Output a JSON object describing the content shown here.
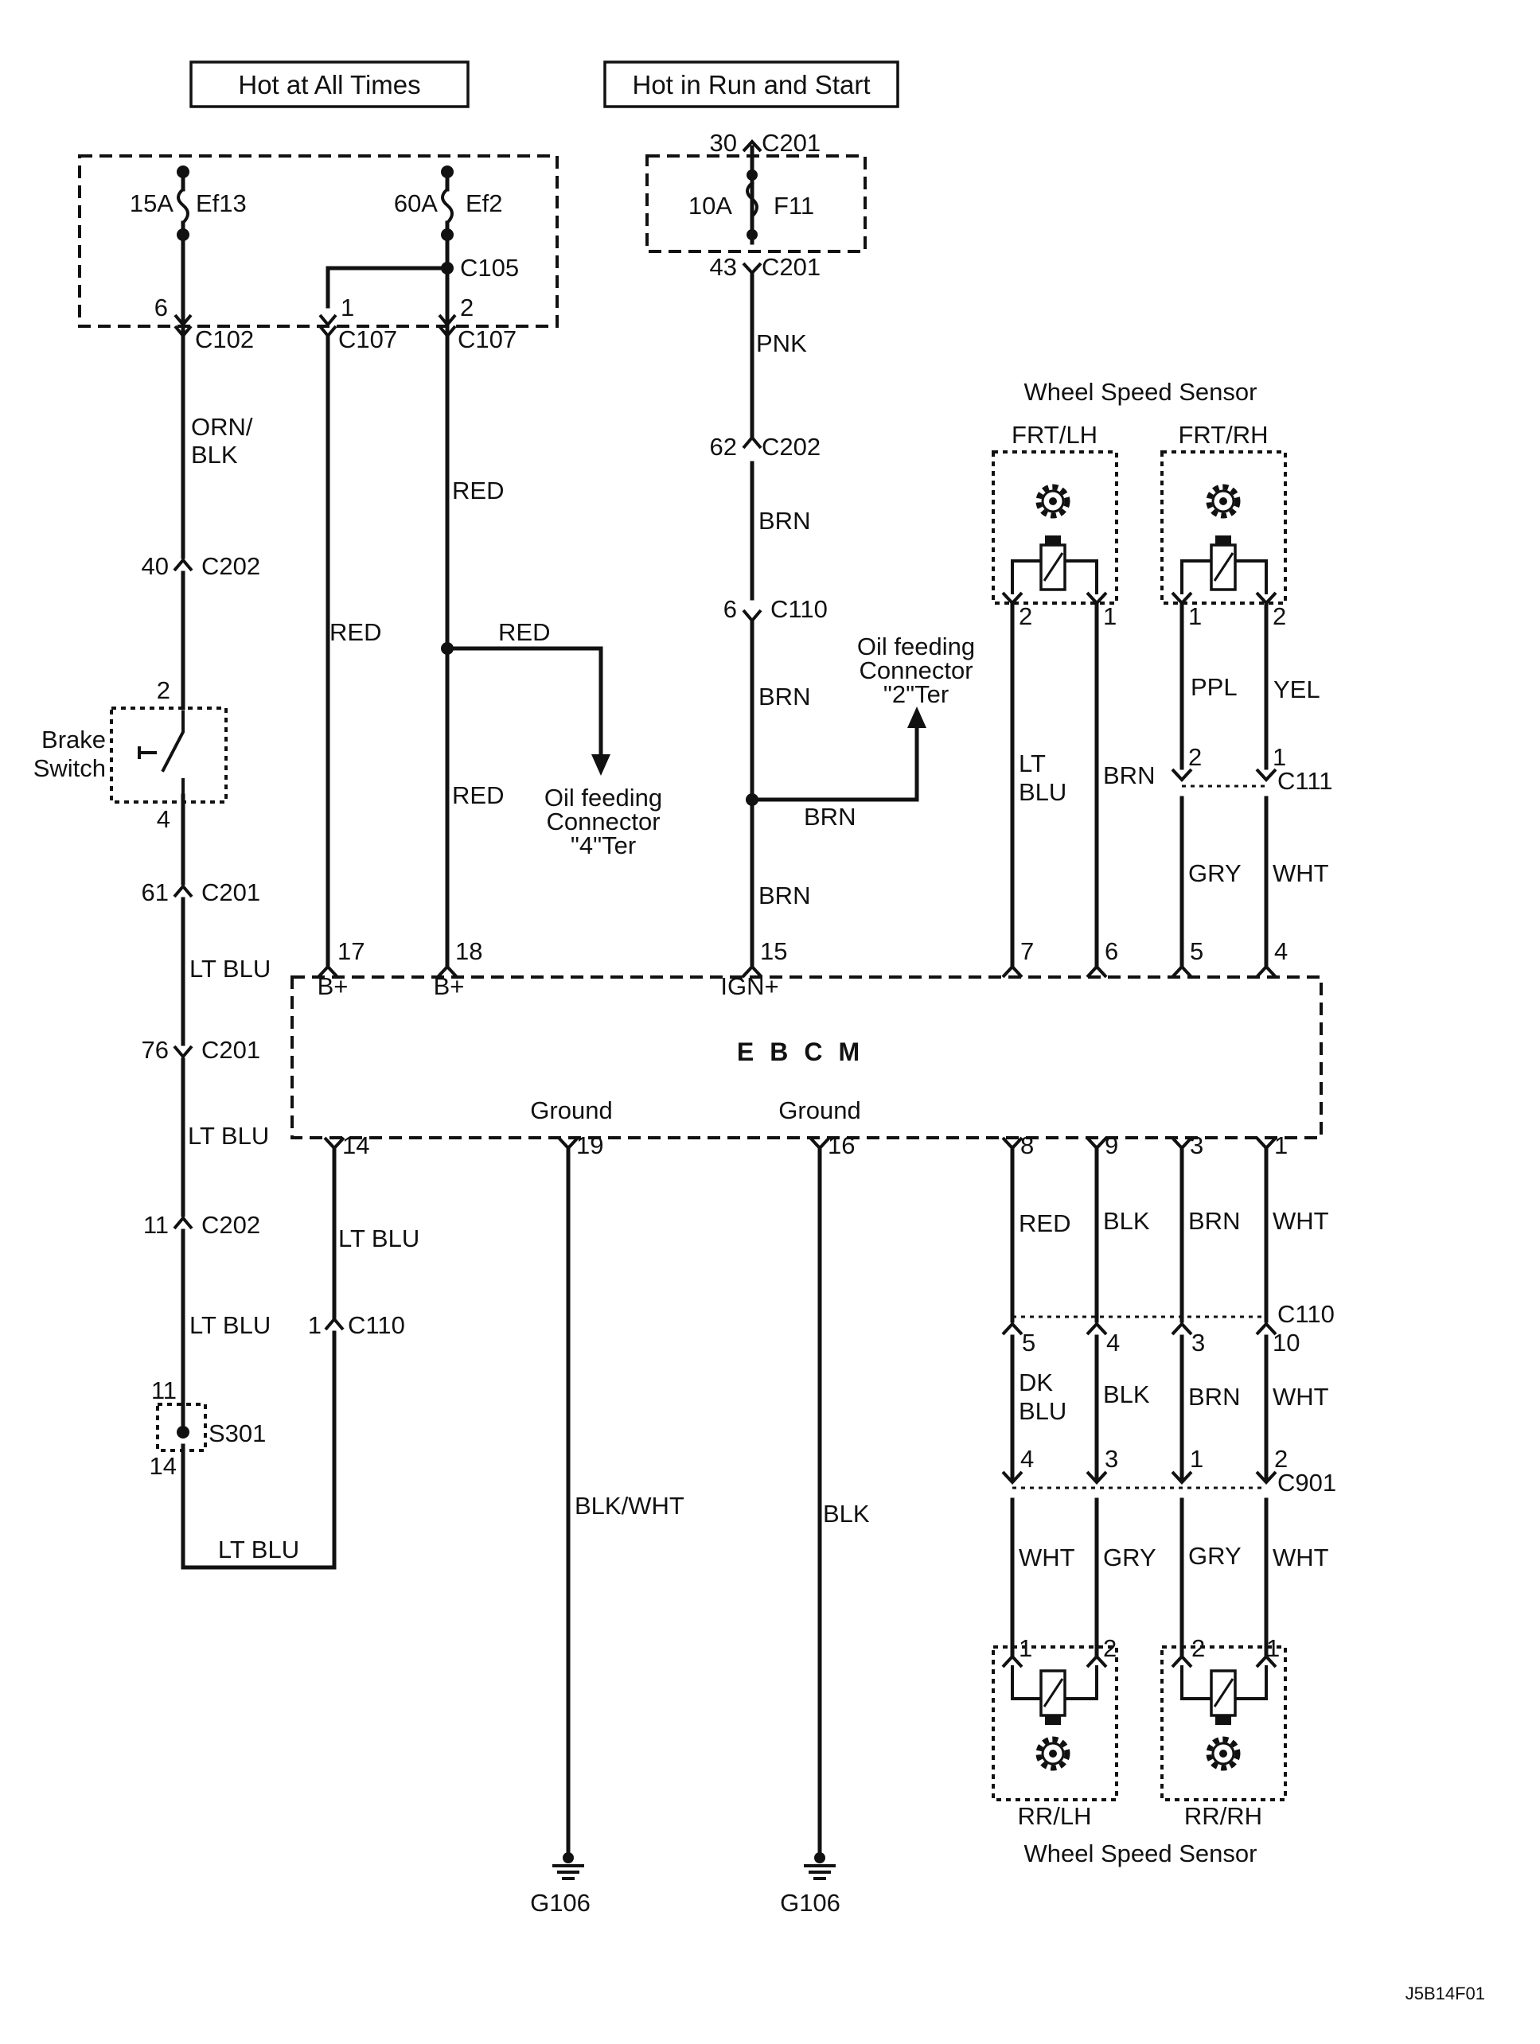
{
  "headers": {
    "hot_at_all_times": "Hot at All Times",
    "hot_in_run_and_start": "Hot in Run and Start"
  },
  "fuses": {
    "ef13_rating": "15A",
    "ef13_name": "Ef13",
    "ef2_rating": "60A",
    "ef2_name": "Ef2",
    "f11_rating": "10A",
    "f11_name": "F11"
  },
  "connectors": {
    "c102": "C102",
    "c107a": "C107",
    "c107b": "C107",
    "c105": "C105",
    "c202_40": "C202",
    "c201_61": "C201",
    "c201_76": "C201",
    "c202_11": "C202",
    "c110_1": "C110",
    "s301": "S301",
    "c201_30": "C201",
    "c201_43": "C201",
    "c202_62": "C202",
    "c110_6": "C110",
    "c111": "C111",
    "c110_right": "C110",
    "c901": "C901"
  },
  "pins": {
    "p6": "6",
    "p1": "1",
    "p2": "2",
    "p40": "40",
    "p2b": "2",
    "p4b": "4",
    "p61": "61",
    "p76": "76",
    "p11": "11",
    "p1c110": "1",
    "p11s": "11",
    "p14s": "14",
    "p30": "30",
    "p43": "43",
    "p62": "62",
    "p6c110": "6",
    "e17": "17",
    "e18": "18",
    "e15": "15",
    "e7": "7",
    "e6": "6",
    "e5": "5",
    "e4": "4",
    "e14": "14",
    "e19": "19",
    "e16": "16",
    "e8": "8",
    "e9": "9",
    "e3": "3",
    "e1": "1",
    "fl2": "2",
    "fl1": "1",
    "fr1": "1",
    "fr2": "2",
    "c111_2": "2",
    "c111_1": "1",
    "c110r_5": "5",
    "c110r_4": "4",
    "c110r_3": "3",
    "c110r_10": "10",
    "c901_4": "4",
    "c901_3": "3",
    "c901_1": "1",
    "c901_2": "2",
    "rl1": "1",
    "rl2": "2",
    "rr2": "2",
    "rr1": "1"
  },
  "wires": {
    "orn_blk_1": "ORN/",
    "orn_blk_2": "BLK",
    "red_1": "RED",
    "red_2": "RED",
    "red_3": "RED",
    "red_4": "RED",
    "lt_blu_1": "LT BLU",
    "lt_blu_2": "LT BLU",
    "lt_blu_3": "LT BLU",
    "lt_blu_4": "LT BLU",
    "lt_blu_5": "LT BLU",
    "pnk": "PNK",
    "brn_1": "BRN",
    "brn_2": "BRN",
    "brn_3": "BRN",
    "brn_4": "BRN",
    "fl_lt": "LT",
    "fl_blu": "BLU",
    "fl_brn": "BRN",
    "fr_ppl": "PPL",
    "fr_yel": "YEL",
    "gry_1": "GRY",
    "wht_1": "WHT",
    "red_rr": "RED",
    "blk_rr": "BLK",
    "brn_rr": "BRN",
    "wht_rr": "WHT",
    "dk": "DK",
    "blu_dk": "BLU",
    "blk_2": "BLK",
    "brn_5": "BRN",
    "wht_2": "WHT",
    "wht_3": "WHT",
    "gry_2": "GRY",
    "gry_3": "GRY",
    "wht_4": "WHT",
    "blk_wht": "BLK/WHT",
    "blk_g": "BLK"
  },
  "ebcm": {
    "name": "EBCM",
    "bplus_1": "B+",
    "bplus_2": "B+",
    "ign": "IGN+",
    "ground_1": "Ground",
    "ground_2": "Ground"
  },
  "brake_switch": {
    "line1": "Brake",
    "line2": "Switch"
  },
  "oil_feeding_4": {
    "line1": "Oil feeding",
    "line2": "Connector",
    "line3": "\"4\"Ter"
  },
  "oil_feeding_2": {
    "line1": "Oil feeding",
    "line2": "Connector",
    "line3": "\"2\"Ter"
  },
  "sensors": {
    "wheel_speed_sensor_top": "Wheel Speed Sensor",
    "wheel_speed_sensor_bottom": "Wheel Speed Sensor",
    "frt_lh": "FRT/LH",
    "frt_rh": "FRT/RH",
    "rr_lh": "RR/LH",
    "rr_rh": "RR/RH"
  },
  "grounds": {
    "g106_1": "G106",
    "g106_2": "G106"
  },
  "figure_code": "J5B14F01"
}
